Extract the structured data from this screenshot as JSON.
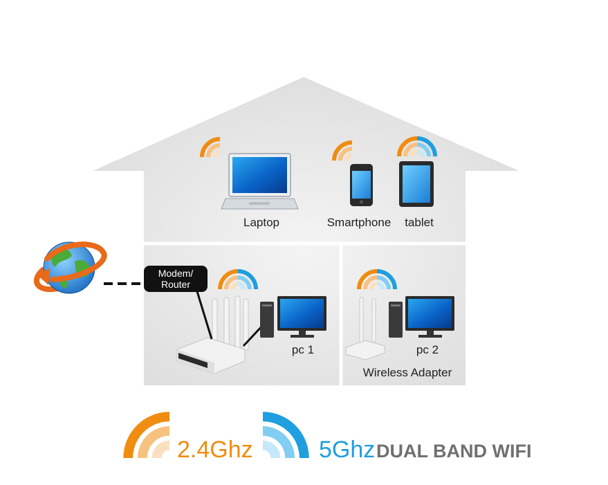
{
  "labels": {
    "laptop": "Laptop",
    "smartphone": "Smartphone",
    "tablet": "tablet",
    "modem_router": [
      "Modem/",
      "Router"
    ],
    "pc1": "pc 1",
    "pc2": "pc 2",
    "wireless_adapter": "Wireless Adapter"
  },
  "legend": {
    "band_24": "2.4Ghz",
    "band_5": "5Ghz",
    "title": "DUAL BAND WIFI"
  },
  "colors": {
    "orange": "#f08c10",
    "orange_light": "#f7c180",
    "orange_pale": "#fbe0c0",
    "blue": "#1f9ee0",
    "blue_light": "#82cdf2",
    "blue_pale": "#c5e9fa",
    "grey_text": "#707070",
    "house_fill": "#ececec",
    "house_inner": "#e4e4e4"
  },
  "icons": [
    "globe-icon",
    "laptop-icon",
    "smartphone-icon",
    "tablet-icon",
    "router-icon",
    "desktop-pc-icon",
    "wireless-adapter-icon",
    "wifi-signal-icon"
  ]
}
